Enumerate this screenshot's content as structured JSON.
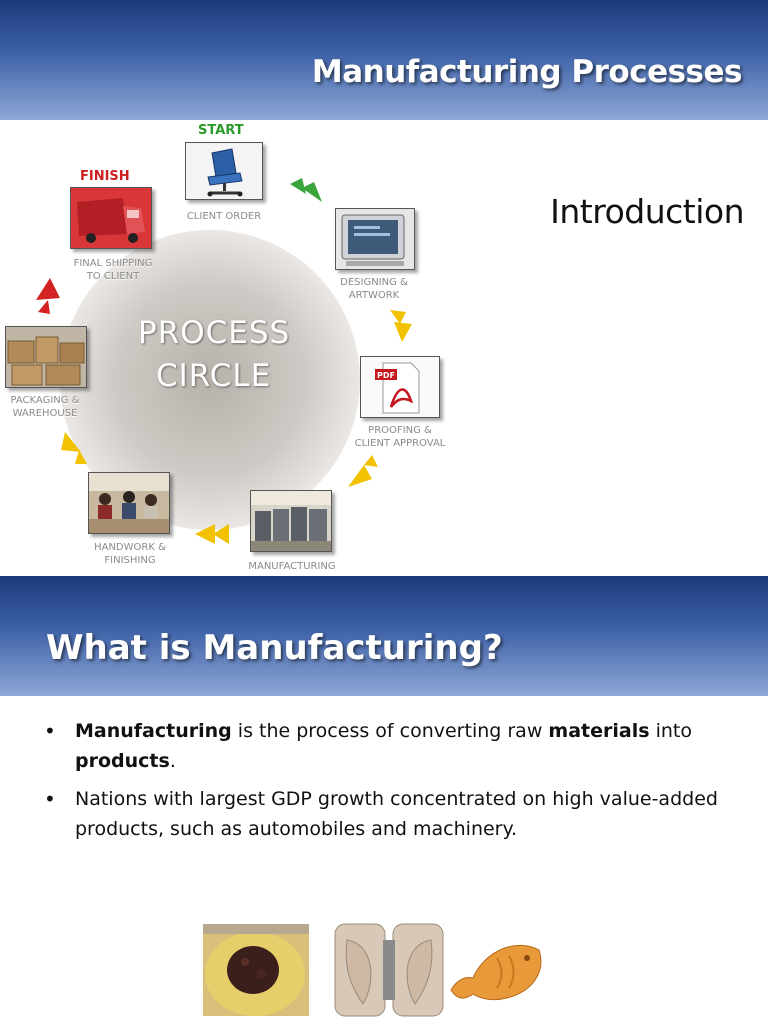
{
  "slide1": {
    "title": "Manufacturing Processes",
    "intro": "Introduction",
    "diagram": {
      "center_lines": [
        "PROCESS",
        "CIRCLE"
      ],
      "start_label": "START",
      "finish_label": "FINISH",
      "nodes": [
        {
          "label": "CLIENT ORDER",
          "icon": "office-chair-icon"
        },
        {
          "label": "DESIGNING &\nARTWORK",
          "icon": "computer-monitor-icon"
        },
        {
          "label": "PROOFING &\nCLIENT APPROVAL",
          "icon": "pdf-document-icon"
        },
        {
          "label": "MANUFACTURING",
          "icon": "printing-press-icon"
        },
        {
          "label": "HANDWORK &\nFINISHING",
          "icon": "workers-photo-icon"
        },
        {
          "label": "PACKAGING &\nWAREHOUSE",
          "icon": "boxes-warehouse-icon"
        },
        {
          "label": "FINAL SHIPPING\nTO CLIENT",
          "icon": "delivery-truck-icon"
        }
      ],
      "colors": {
        "start": "#2a9a2a",
        "finish": "#cc1f1f",
        "arrow_green": "#3aa53a",
        "arrow_yellow": "#f2c200",
        "arrow_red": "#d22222"
      }
    }
  },
  "slide2": {
    "title": "What is Manufacturing?",
    "bullets": [
      {
        "parts": [
          {
            "text": "Manufacturing",
            "bold": true
          },
          {
            "text": " is the process of converting raw ",
            "bold": false
          },
          {
            "text": "materials",
            "bold": true
          },
          {
            "text": " into ",
            "bold": false
          },
          {
            "text": "products",
            "bold": true
          },
          {
            "text": ".",
            "bold": false
          }
        ]
      },
      {
        "parts": [
          {
            "text": "Nations with largest GDP growth concentrated on high value-added products, such as automobiles and machinery.",
            "bold": false
          }
        ]
      }
    ],
    "images": [
      "red-bean-paste-dough-photo",
      "fish-shaped-mold-photo",
      "taiyaki-fish-pastry-photo"
    ]
  },
  "theme": {
    "title_gradient_top": "#1b3a7d",
    "title_gradient_bottom": "#8ea7d6"
  }
}
